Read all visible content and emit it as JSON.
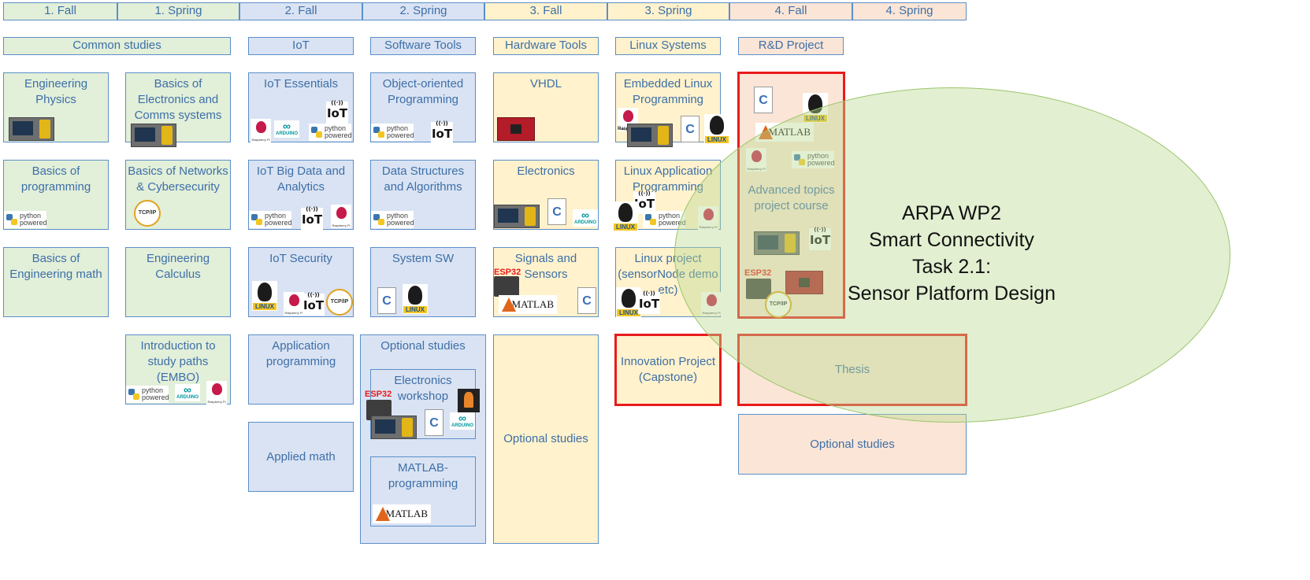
{
  "semesters": [
    "1. Fall",
    "1. Spring",
    "2. Fall",
    "2. Spring",
    "3. Fall",
    "3. Spring",
    "4. Fall",
    "4. Spring"
  ],
  "tracks": {
    "common": "Common studies",
    "iot": "IoT",
    "software": "Software Tools",
    "hardware": "Hardware Tools",
    "linux": "Linux Systems",
    "rnd": "R&D Project"
  },
  "courses": {
    "engineering_physics": "Engineering Physics",
    "basics_electronics": "Basics of Electronics and Comms systems",
    "iot_essentials": "IoT Essentials",
    "oop": "Object-oriented Programming",
    "vhdl": "VHDL",
    "embedded_linux": "Embedded Linux Programming",
    "advanced_topics": "Advanced topics project course",
    "basics_programming": "Basics of programming",
    "basics_networks": "Basics of Networks & Cybersecurity",
    "iot_big_data": "IoT Big Data and Analytics",
    "data_structures": "Data Structures and Algorithms",
    "electronics": "Electronics",
    "linux_app": "Linux Application Programming",
    "basics_math": "Basics of Engineering math",
    "eng_calculus": "Engineering Calculus",
    "iot_security": "IoT Security",
    "system_sw": "System SW",
    "signals_sensors": "Signals and Sensors",
    "linux_project": "Linux project (sensorNode demo etc)",
    "intro_study_paths": "Introduction to study paths (EMBO)",
    "app_programming": "Application programming",
    "optional_studies_title": "Optional studies",
    "electronics_workshop": "Electronics workshop",
    "matlab_programming": "MATLAB-programming",
    "innovation_project": "Innovation Project (Capstone)",
    "thesis": "Thesis",
    "applied_math": "Applied math",
    "optional_hw": "Optional studies",
    "optional_4": "Optional studies"
  },
  "logos": {
    "python_text": "python powered",
    "arduino_symbol": "∞",
    "arduino_text": "ARDUINO",
    "iot_text": "IoT",
    "c_text": "C",
    "tcpip_text": "TCP/IP",
    "esp32_text": "ESP32",
    "matlab_text": "MATLAB",
    "raspb_text": "Raspb"
  },
  "overlay": {
    "line1": "ARPA WP2",
    "line2": "Smart Connectivity",
    "line3": "Task 2.1:",
    "line4": "Sensor Platform Design"
  },
  "colors": {
    "year1": "#e2efd9",
    "year2": "#dae3f3",
    "year3": "#fff2cc",
    "year4": "#fbe5d6",
    "highlight": "#e81b1b",
    "ellipse": "#b9da92"
  }
}
